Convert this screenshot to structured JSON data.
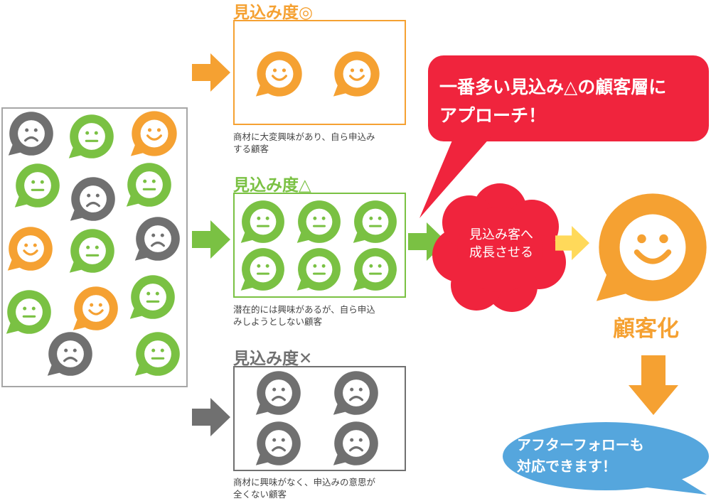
{
  "colors": {
    "orange": "#f5a132",
    "green": "#7ac143",
    "gray": "#707070",
    "red": "#f0243d",
    "yellow": "#ffd95a",
    "blue": "#55a6dd",
    "frame_gray": "#9a9a9a"
  },
  "sections": {
    "high": {
      "title": "見込み度◎",
      "desc_line1": "商材に大変興味があり、自ら申込み",
      "desc_line2": "する顧客",
      "face_icon": "smile-face-icon"
    },
    "mid": {
      "title": "見込み度△",
      "desc_line1": "潜在的には興味があるが、自ら申込",
      "desc_line2": "みしようとしない顧客",
      "face_icon": "neutral-face-icon"
    },
    "low": {
      "title": "見込み度✕",
      "desc_line1": "商材に興味がなく、申込みの意思が",
      "desc_line2": "全くない顧客",
      "face_icon": "sad-face-icon"
    }
  },
  "callout": {
    "line1": "一番多い見込み△の顧客層に",
    "line2": "アプローチ！"
  },
  "flower": {
    "line1": "見込み客へ",
    "line2": "成長させる"
  },
  "customer": {
    "label": "顧客化",
    "icon": "smile-face-icon"
  },
  "followup": {
    "line1": "アフターフォローも",
    "line2": "対応できます！"
  }
}
